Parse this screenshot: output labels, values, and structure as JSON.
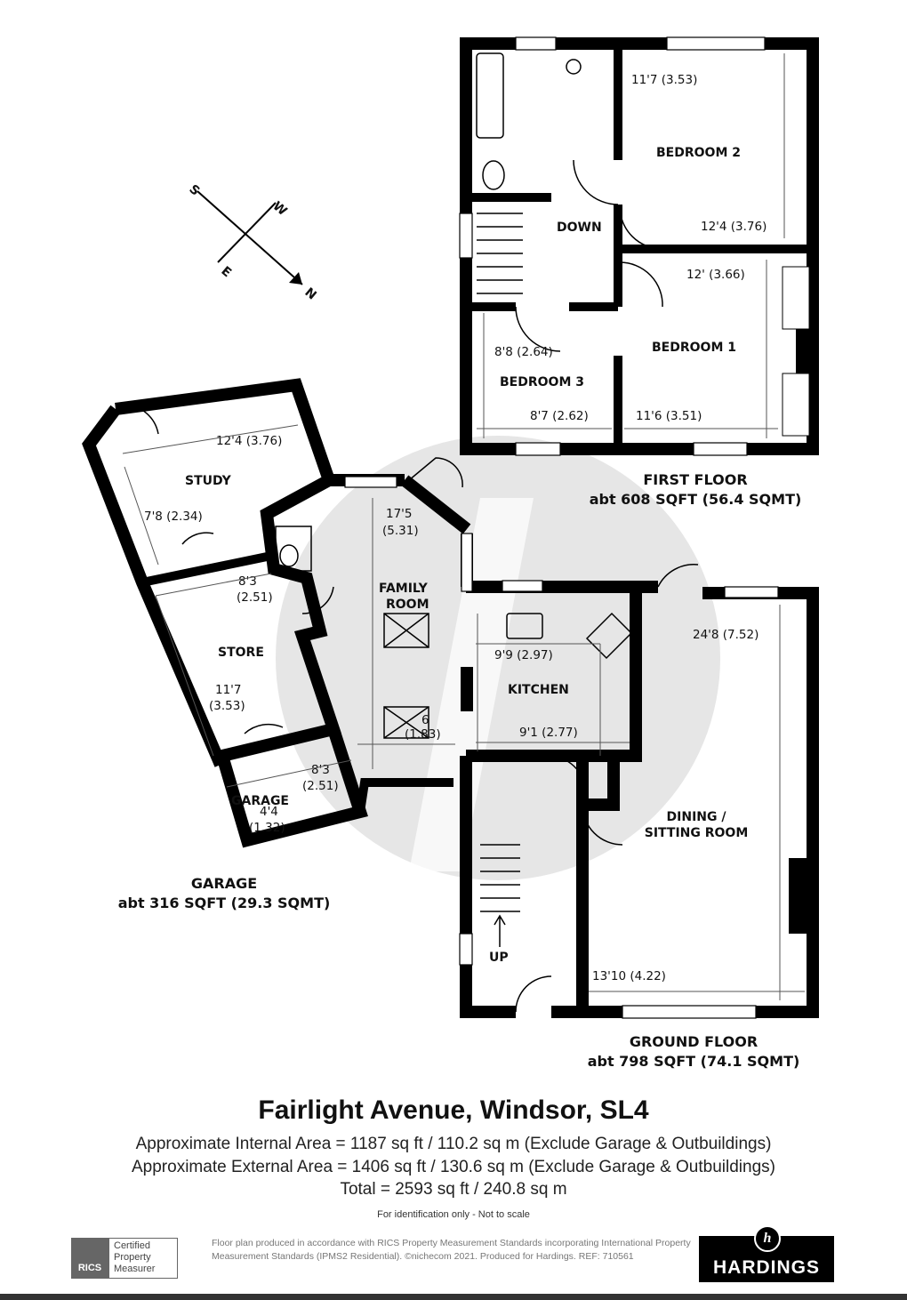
{
  "compass": {
    "north": "N",
    "south": "S",
    "east": "E",
    "west": "W"
  },
  "first_floor": {
    "label": "FIRST FLOOR",
    "area": "abt 608 SQFT (56.4 SQMT)",
    "stairs_label": "DOWN",
    "rooms": [
      {
        "name": "BEDROOM 2",
        "dim1": "11'7 (3.53)",
        "dim2": "12'4 (3.76)"
      },
      {
        "name": "BEDROOM 1",
        "dim1": "12' (3.66)",
        "dim2": "11'6 (3.51)"
      },
      {
        "name": "BEDROOM 3",
        "dim1": "8'8 (2.64)",
        "dim2": "8'7 (2.62)"
      }
    ]
  },
  "garage_block": {
    "label": "GARAGE",
    "area": "abt 316 SQFT (29.3 SQMT)",
    "rooms": [
      {
        "name": "STUDY",
        "dim1": "12'4 (3.76)",
        "dim2": "7'8 (2.34)"
      },
      {
        "name": "STORE",
        "dim1a": "8'3",
        "dim1b": "(2.51)",
        "dim2a": "11'7",
        "dim2b": "(3.53)"
      },
      {
        "name": "GARAGE",
        "dim1a": "8'3",
        "dim1b": "(2.51)",
        "dim2a": "4'4",
        "dim2b": "(1.32)"
      }
    ]
  },
  "ground_floor": {
    "label": "GROUND FLOOR",
    "area": "abt 798 SQFT (74.1 SQMT)",
    "stairs_label": "UP",
    "rooms": [
      {
        "name_a": "FAMILY",
        "name_b": "ROOM",
        "dim1a": "17'5",
        "dim1b": "(5.31)",
        "dim2a": "6",
        "dim2b": "(1.83)"
      },
      {
        "name": "KITCHEN",
        "dim1": "9'9 (2.97)",
        "dim2": "9'1 (2.77)"
      },
      {
        "name_a": "DINING /",
        "name_b": "SITTING ROOM",
        "dim1": "24'8 (7.52)",
        "dim2": "13'10 (4.22)"
      }
    ]
  },
  "footer": {
    "title": "Fairlight Avenue, Windsor, SL4",
    "internal": "Approximate Internal Area = 1187 sq ft / 110.2 sq m (Exclude Garage & Outbuildings)",
    "external": "Approximate External Area = 1406 sq ft / 130.6 sq m (Exclude Garage & Outbuildings)",
    "total": "Total = 2593 sq ft / 240.8 sq m",
    "note": "For identification only - Not to scale",
    "rics_logo": "RICS",
    "rics_badge": [
      "Certified",
      "Property",
      "Measurer"
    ],
    "produced": "Floor plan produced in accordance with RICS Property Measurement Standards incorporating International Property Measurement Standards (IPMS2 Residential).  ©nichecom 2021. Produced for Hardings.  REF:  710561",
    "brand": "HARDINGS",
    "brand_mark": "h"
  }
}
